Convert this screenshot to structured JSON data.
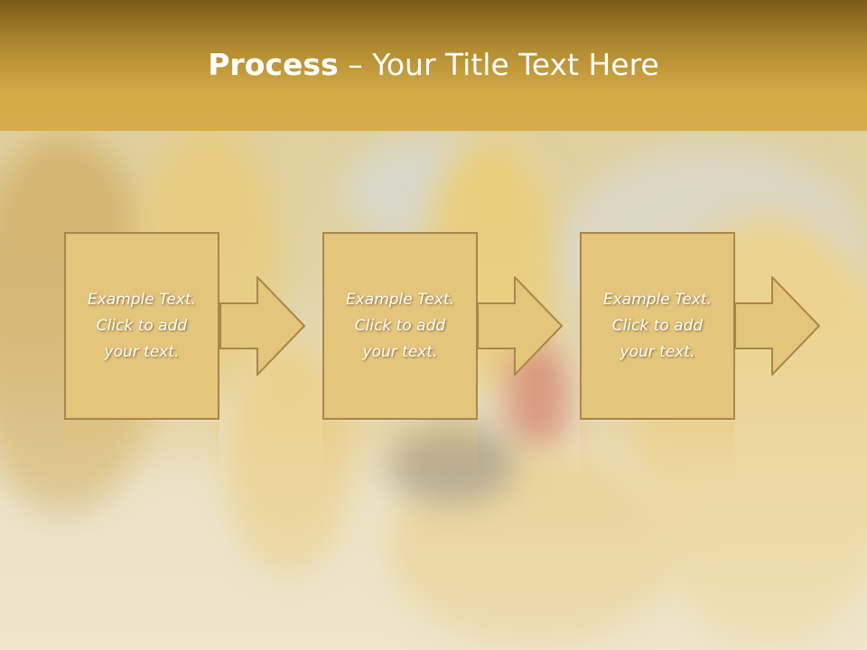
{
  "title": {
    "bold": "Process",
    "rest": " – Your Title Text Here"
  },
  "steps": [
    {
      "text": "Example Text.\nClick  to add\nyour text."
    },
    {
      "text": "Example Text.\nClick  to add\nyour text."
    },
    {
      "text": "Example Text.\nClick  to add\nyour text."
    }
  ],
  "colors": {
    "title_band": "#d2a945",
    "box_fill": "#e4c57c",
    "box_border": "#a9864a"
  },
  "icons": [
    "arrow-right-icon"
  ]
}
